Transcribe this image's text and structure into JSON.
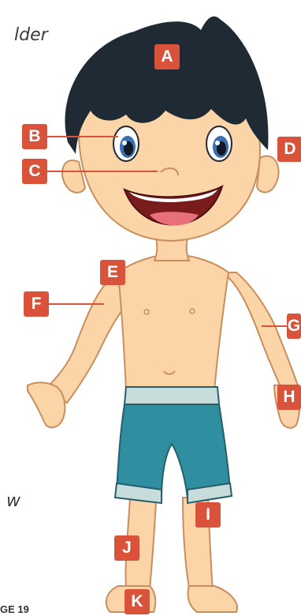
{
  "edge_text": {
    "top": "lder",
    "bottom": "w"
  },
  "page_footer": "GE 19",
  "labels": [
    "A",
    "B",
    "C",
    "D",
    "E",
    "F",
    "G",
    "H",
    "I",
    "J",
    "K"
  ],
  "colors": {
    "badge": "#d9533a",
    "skin": "#fbd4a8",
    "hair": "#1f2a35",
    "shorts": "#2f8ea0",
    "waistband": "#c9dcdc"
  }
}
